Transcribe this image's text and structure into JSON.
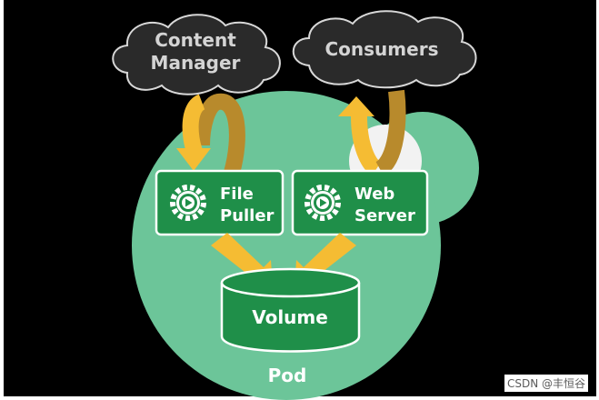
{
  "diagram": {
    "nodes": {
      "content_manager": {
        "line1": "Content",
        "line2": "Manager"
      },
      "consumers": {
        "label": "Consumers"
      },
      "file_puller": {
        "line1": "File",
        "line2": "Puller"
      },
      "web_server": {
        "line1": "Web",
        "line2": "Server"
      },
      "volume": {
        "label": "Volume"
      },
      "pod": {
        "label": "Pod"
      }
    },
    "icons": {
      "container": "gear-play-icon",
      "external": "cloud-icon"
    },
    "colors": {
      "background": "#000000",
      "pod": "#6cc599",
      "container_box": "#1f8f49",
      "cloud_fill": "#2a2a2a",
      "cloud_stroke": "#d8d8d8",
      "cloud_text": "#d4d4d4",
      "arrow_yellow": "#f5bc33",
      "arrow_dark": "#b88a2c"
    }
  },
  "watermark": "CSDN @丰恒谷"
}
